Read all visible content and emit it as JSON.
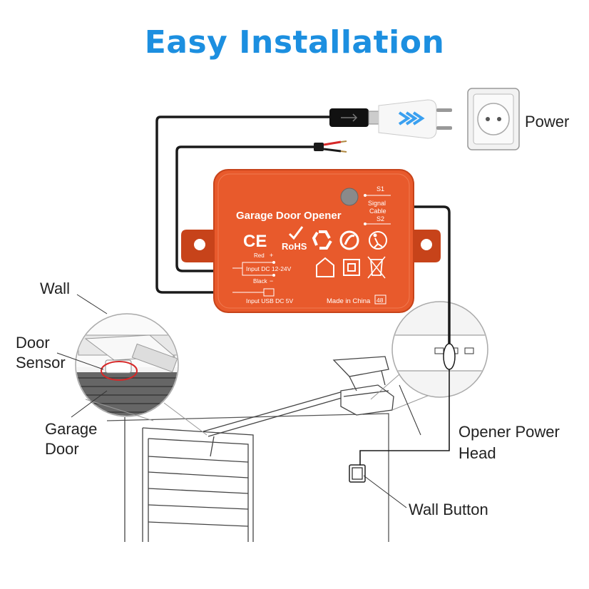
{
  "title": "Easy Installation",
  "colors": {
    "title": "#1c8fe0",
    "device_body": "#e85a2c",
    "device_dark": "#c7431a",
    "cable": "#1a1a1a",
    "callout_red": "#d62828"
  },
  "labels": {
    "power": "Power",
    "wall": "Wall",
    "door_sensor_line1": "Door",
    "door_sensor_line2": "Sensor",
    "garage_door_line1": "Garage",
    "garage_door_line2": "Door",
    "opener_power_head_line1": "Opener Power",
    "opener_power_head_line2": "Head",
    "wall_button": "Wall Button"
  },
  "device": {
    "name": "Garage Door Opener",
    "s1": "S1",
    "signal_line1": "Signal",
    "signal_line2": "Cable",
    "s2": "S2",
    "red": "Red",
    "plus": "+",
    "input_dc": "Input DC 12-24V",
    "black": "Black",
    "minus": "−",
    "input_usb": "Input USB DC 5V",
    "made_in": "Made in China",
    "code": "48",
    "ce": "CE",
    "rohs": "RoHS"
  },
  "icons": [
    "usb-plug-icon",
    "power-adapter-icon",
    "wall-socket-icon",
    "ce-mark-icon",
    "rohs-mark-icon",
    "recycle-icon",
    "green-dot-icon",
    "tidy-man-icon",
    "house-icon",
    "double-insulation-icon",
    "weee-bin-icon"
  ]
}
